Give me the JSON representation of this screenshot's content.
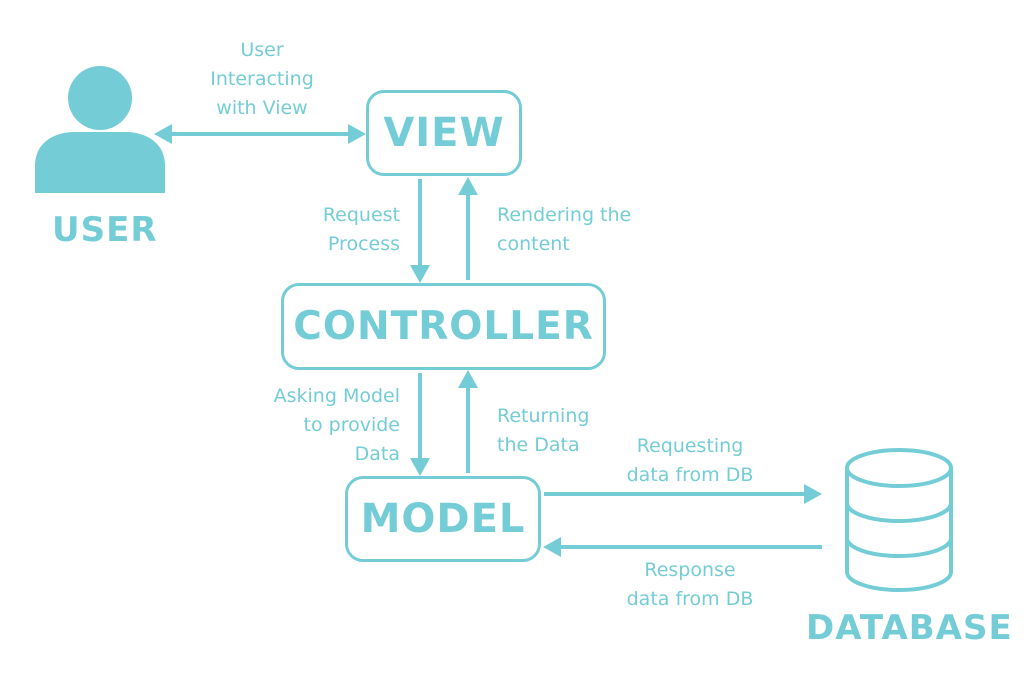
{
  "diagram": {
    "colors": {
      "accent": "#74cdd6",
      "background": "#ffffff"
    },
    "nodes": {
      "view": "VIEW",
      "controller": "CONTROLLER",
      "model": "MODEL",
      "user": "USER",
      "database": "DATABASE"
    },
    "icons": {
      "user": "user-icon",
      "database": "database-icon"
    },
    "edges": {
      "user_view": [
        "User",
        "Interacting",
        "with View"
      ],
      "view_to_controller": [
        "Request",
        "Process"
      ],
      "controller_to_view": [
        "Rendering the",
        "content"
      ],
      "controller_to_model": [
        "Asking Model",
        "to provide",
        "Data"
      ],
      "model_to_controller": [
        "Returning",
        "the Data"
      ],
      "model_to_db": [
        "Requesting",
        "data from DB"
      ],
      "db_to_model": [
        "Response",
        "data from DB"
      ]
    }
  }
}
